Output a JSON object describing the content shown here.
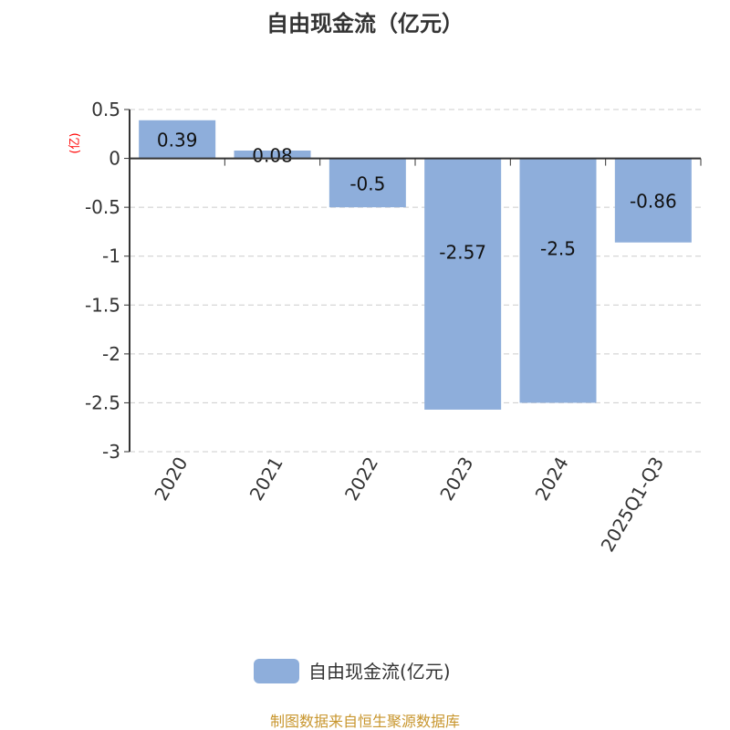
{
  "chart_data": {
    "type": "bar",
    "title": "自由现金流（亿元）",
    "ylabel": "(亿)",
    "xlabel": "",
    "categories": [
      "2020",
      "2021",
      "2022",
      "2023",
      "2024",
      "2025Q1-Q3"
    ],
    "series": [
      {
        "name": "自由现金流(亿元)",
        "values": [
          0.39,
          0.08,
          -0.5,
          -2.57,
          -2.5,
          -0.86
        ],
        "color": "#8eaedb"
      }
    ],
    "data_labels": [
      "0.39",
      "0.08",
      "-0.5",
      "-2.57",
      "-2.5",
      "-0.86"
    ],
    "ylim": [
      -3,
      0.5
    ],
    "yticks": [
      0.5,
      0,
      -0.5,
      -1,
      -1.5,
      -2,
      -2.5,
      -3
    ],
    "ytick_labels": [
      "0.5",
      "0",
      "-0.5",
      "-1",
      "-1.5",
      "-2",
      "-2.5",
      "-3"
    ],
    "grid": true,
    "legend_position": "bottom-center"
  },
  "footer": "制图数据来自恒生聚源数据库",
  "colors": {
    "bar": "#8eaedb",
    "footer": "#c8962e",
    "ylabel": "#ff0000"
  }
}
